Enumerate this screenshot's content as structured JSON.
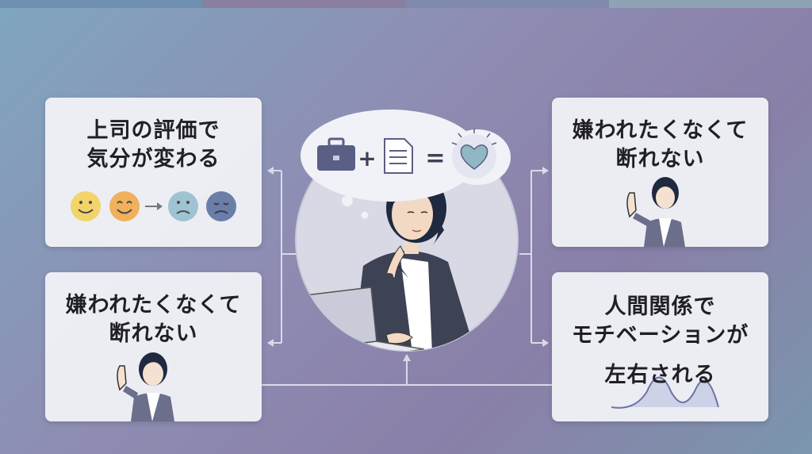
{
  "top_card_left": {
    "line1": "上司の評価で",
    "line2": "気分が変わる"
  },
  "bottom_card_left": {
    "line1": "嫌われたくなくて",
    "line2": "断れない"
  },
  "top_card_right": {
    "line1": "嫌われたくなくて",
    "line2": "断れない"
  },
  "bottom_card_right": {
    "line1": "人間関係で",
    "line2": "モチベーションが",
    "line3": "左右される"
  },
  "thought_bubble": {
    "plus": "+",
    "equals": "="
  },
  "colors": {
    "accent_navy": "#5a5f86",
    "heart": "#8fb7c4",
    "card_bg": "#f1f2f7"
  }
}
